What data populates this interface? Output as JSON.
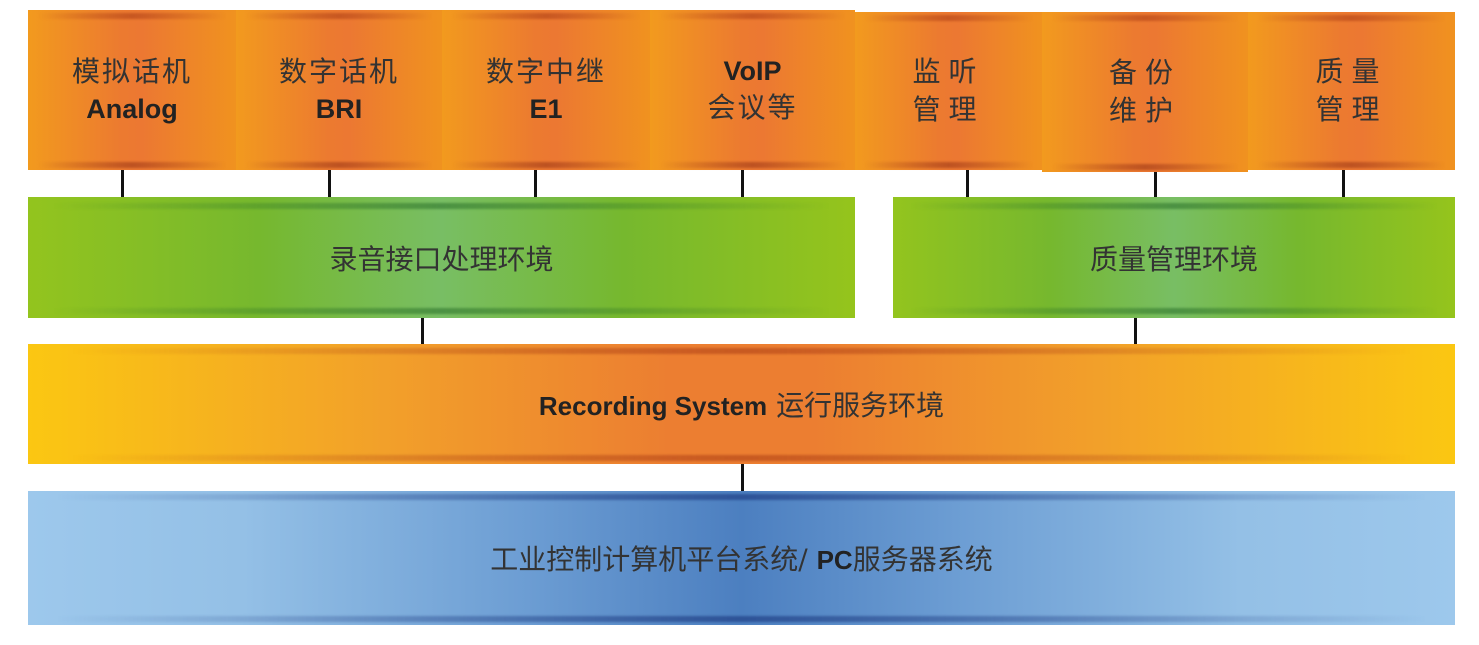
{
  "top_modules": [
    {
      "line1": "模拟话机",
      "line2": "Analog",
      "line2_style": "en"
    },
    {
      "line1": "数字话机",
      "line2": "BRI",
      "line2_style": "en"
    },
    {
      "line1": "数字中继",
      "line2": "E1",
      "line2_style": "en"
    },
    {
      "line1": "VoIP",
      "line2": "会议等",
      "line1_style": "en"
    },
    {
      "line1": "监听",
      "line2": "管理"
    },
    {
      "line1": "备份",
      "line2": "维护"
    },
    {
      "line1": "质量",
      "line2": "管理"
    }
  ],
  "middle_layers": {
    "recording_interface": "录音接口处理环境",
    "quality_management": "质量管理环境"
  },
  "runtime_layer": {
    "bold_part": "Recording System",
    "rest": " 运行服务环境"
  },
  "platform_layer": {
    "part1": "工业控制计算机平台系统/ ",
    "bold_part": "PC",
    "part2": "服务器系统"
  },
  "colors": {
    "top_modules": "#ec7a30",
    "middle_layers": "#78be64",
    "runtime_layer": "#ec7e31",
    "platform_layer": "#4c7fc0",
    "connector": "#111111"
  }
}
